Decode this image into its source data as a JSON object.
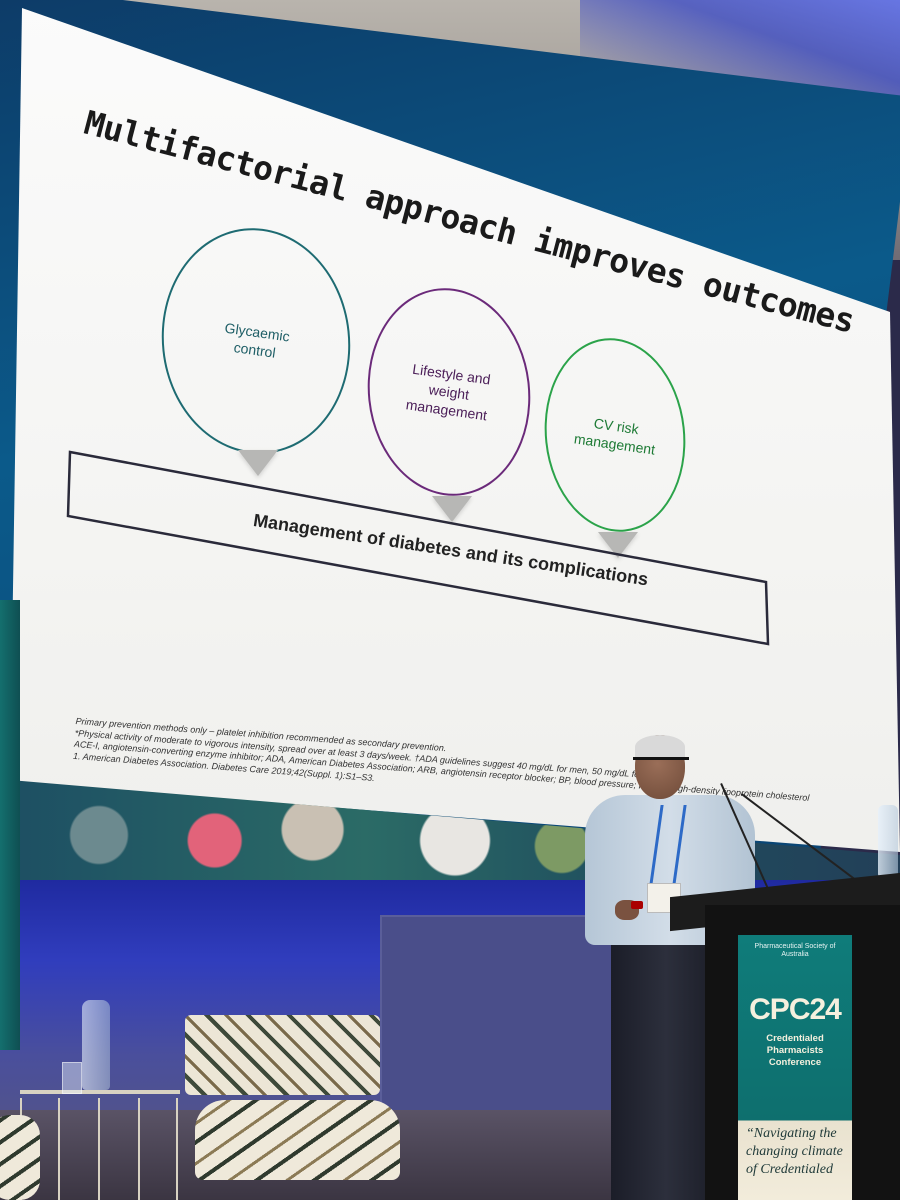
{
  "slide": {
    "title_line1": "Multifactorial approach improves outcomes",
    "circles": [
      {
        "label": "Glycaemic control",
        "color": "#1e6b72"
      },
      {
        "label": "Lifestyle and weight management",
        "color": "#6b2a7a"
      },
      {
        "label": "CV risk management",
        "color": "#2ba34a"
      }
    ],
    "management_label": "Management of diabetes and its complications",
    "footnotes": [
      "Primary prevention methods only – platelet inhibition recommended as secondary prevention.",
      "*Physical activity of moderate to vigorous intensity, spread over at least 3 days/week. †ADA guidelines suggest 40 mg/dL for men, 50 mg/dL for women.",
      "ACE-I, angiotensin-converting enzyme inhibitor; ADA, American Diabetes Association; ARB, angiotensin receptor blocker; BP, blood pressure; HDL-C, high-density lipoprotein cholesterol",
      "1. American Diabetes Association. Diabetes Care 2019;42(Suppl. 1):S1–S3."
    ]
  },
  "podium": {
    "org": "Pharmaceutical Society of Australia",
    "event": "CPC24",
    "event_name": "Credentialed Pharmacists Conference",
    "quote": "“Navigating the changing climate of Credentialed"
  },
  "colors": {
    "podium_teal": "#0f7c7a",
    "screen_border": "#0b5a8a",
    "stage_wall": "#303dbd"
  }
}
